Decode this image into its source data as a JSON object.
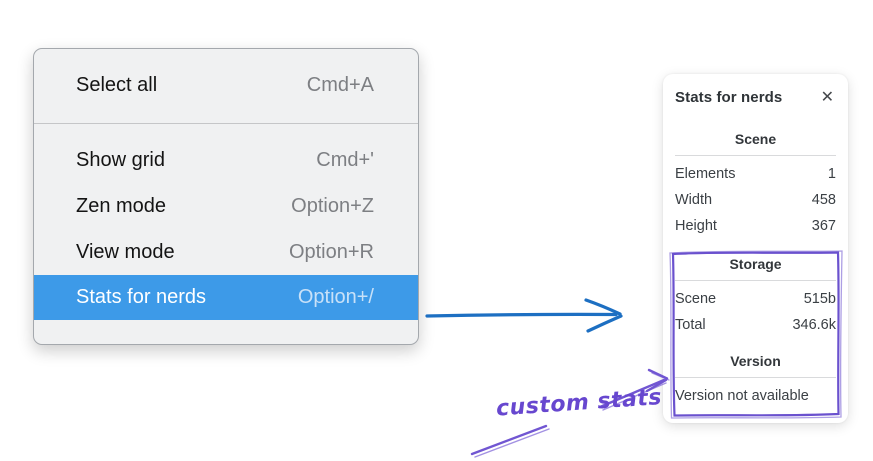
{
  "context_menu": {
    "items": [
      {
        "label": "Select all",
        "shortcut": "Cmd+A",
        "highlighted": false
      },
      {
        "label": "Show grid",
        "shortcut": "Cmd+'",
        "highlighted": false
      },
      {
        "label": "Zen mode",
        "shortcut": "Option+Z",
        "highlighted": false
      },
      {
        "label": "View mode",
        "shortcut": "Option+R",
        "highlighted": false
      },
      {
        "label": "Stats for nerds",
        "shortcut": "Option+/",
        "highlighted": true
      }
    ],
    "highlight_color": "#3d9ae8"
  },
  "stats_panel": {
    "title": "Stats for nerds",
    "close_icon": "✕",
    "sections": [
      {
        "heading": "Scene",
        "rows": [
          [
            "Elements",
            "1"
          ],
          [
            "Width",
            "458"
          ],
          [
            "Height",
            "367"
          ]
        ]
      },
      {
        "heading": "Storage",
        "rows": [
          [
            "Scene",
            "515b"
          ],
          [
            "Total",
            "346.6k"
          ]
        ]
      },
      {
        "heading": "Version",
        "note": "Version not available"
      }
    ]
  },
  "annotations": {
    "custom_stats_label": "custom stats",
    "pointer_arrow_color": "#1d6fc2",
    "annotation_color": "#6a51ce"
  }
}
